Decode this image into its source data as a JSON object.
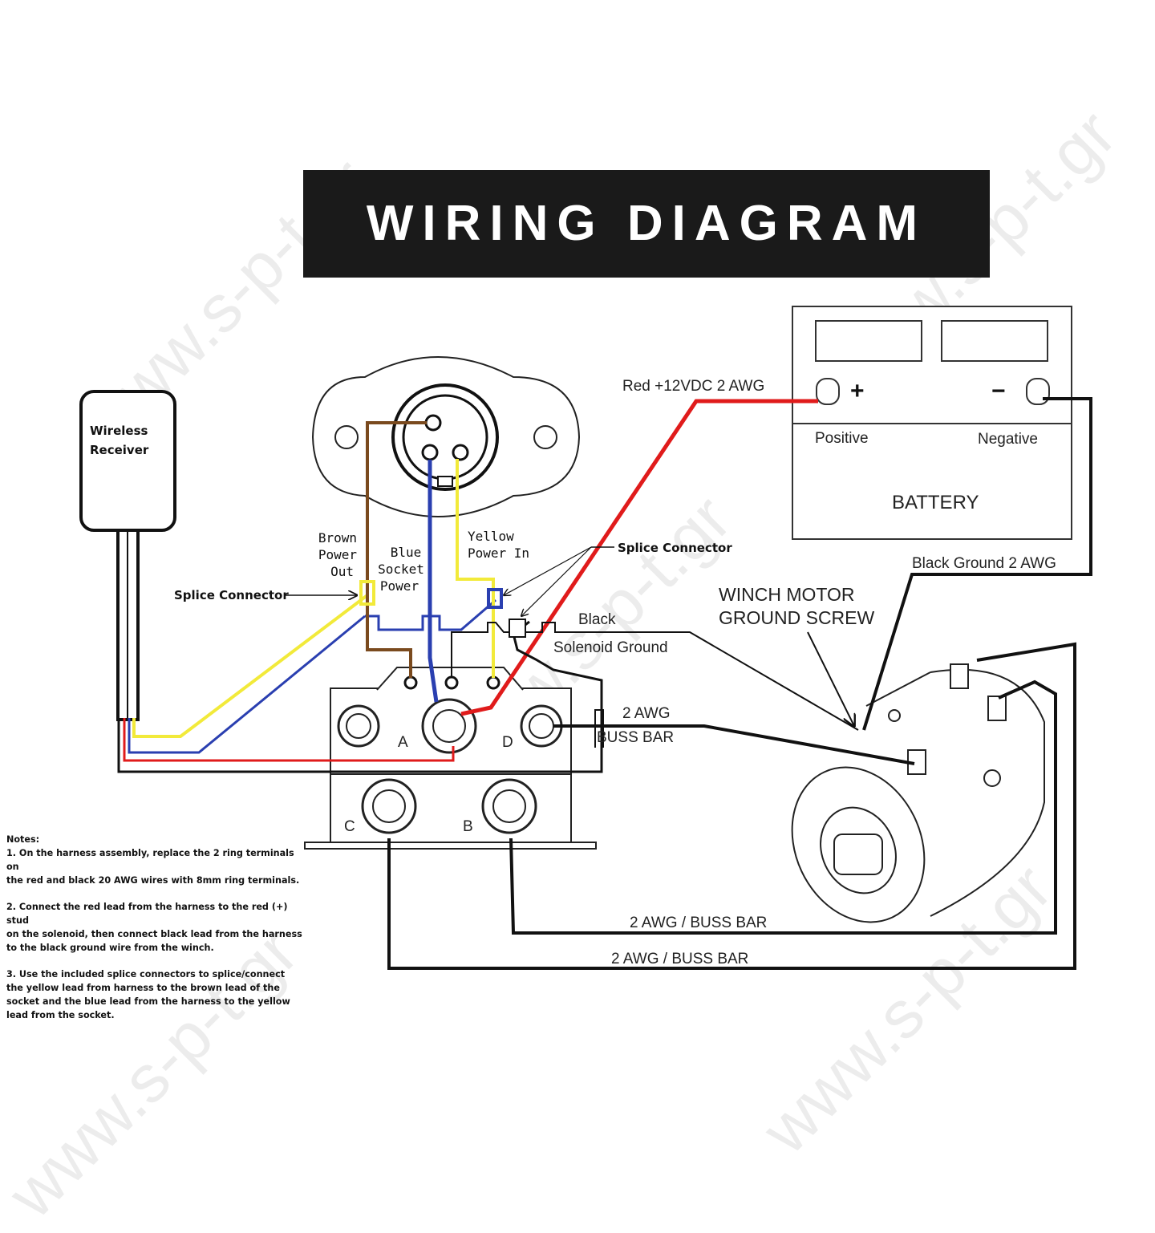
{
  "title": "WIRING DIAGRAM",
  "watermark": "www.s-p-t.gr",
  "receiver": {
    "label_line1": "Wireless",
    "label_line2": "Receiver"
  },
  "socket_labels": {
    "brown_line1": "Brown",
    "brown_line2": "Power",
    "brown_line3": "Out",
    "blue_line1": "Blue",
    "blue_line2": "Socket",
    "blue_line3": "Power",
    "yellow_line1": "Yellow",
    "yellow_line2": "Power In"
  },
  "splice_left": "Splice Connector",
  "splice_right": "Splice Connector",
  "black_line1": "Black",
  "black_line2": "Solenoid Ground",
  "red_wire": "Red +12VDC 2 AWG",
  "battery": {
    "label": "BATTERY",
    "positive": "Positive",
    "negative": "Negative",
    "plus": "+",
    "minus": "−"
  },
  "black_ground": "Black Ground  2 AWG",
  "winch_line1": "WINCH MOTOR",
  "winch_line2": "GROUND SCREW",
  "awg_line1": "2 AWG",
  "awg_line2": "BUSS BAR",
  "bus_bar_1": "2 AWG  / BUSS BAR",
  "bus_bar_2": "2 AWG / BUSS BAR",
  "terminals": {
    "a": "A",
    "b": "B",
    "c": "C",
    "d": "D"
  },
  "notes": {
    "title": "Notes:",
    "n1": "1. On the harness assembly, replace the 2 ring terminals on\nthe red and black 20 AWG wires with 8mm ring terminals.",
    "n2": "2. Connect the red lead from the harness to the red (+) stud\non the solenoid, then connect black lead from the harness\nto the black  ground wire from the winch.",
    "n3": "3. Use the included splice connectors to splice/connect\nthe yellow lead from harness to the brown lead of the\nsocket and the blue lead from the harness to the yellow\nlead from the socket."
  },
  "colors": {
    "red": "#e01b1b",
    "yellow": "#f2ea3a",
    "blue": "#2a3fb0",
    "brown": "#7a4a1e",
    "black": "#111111"
  }
}
